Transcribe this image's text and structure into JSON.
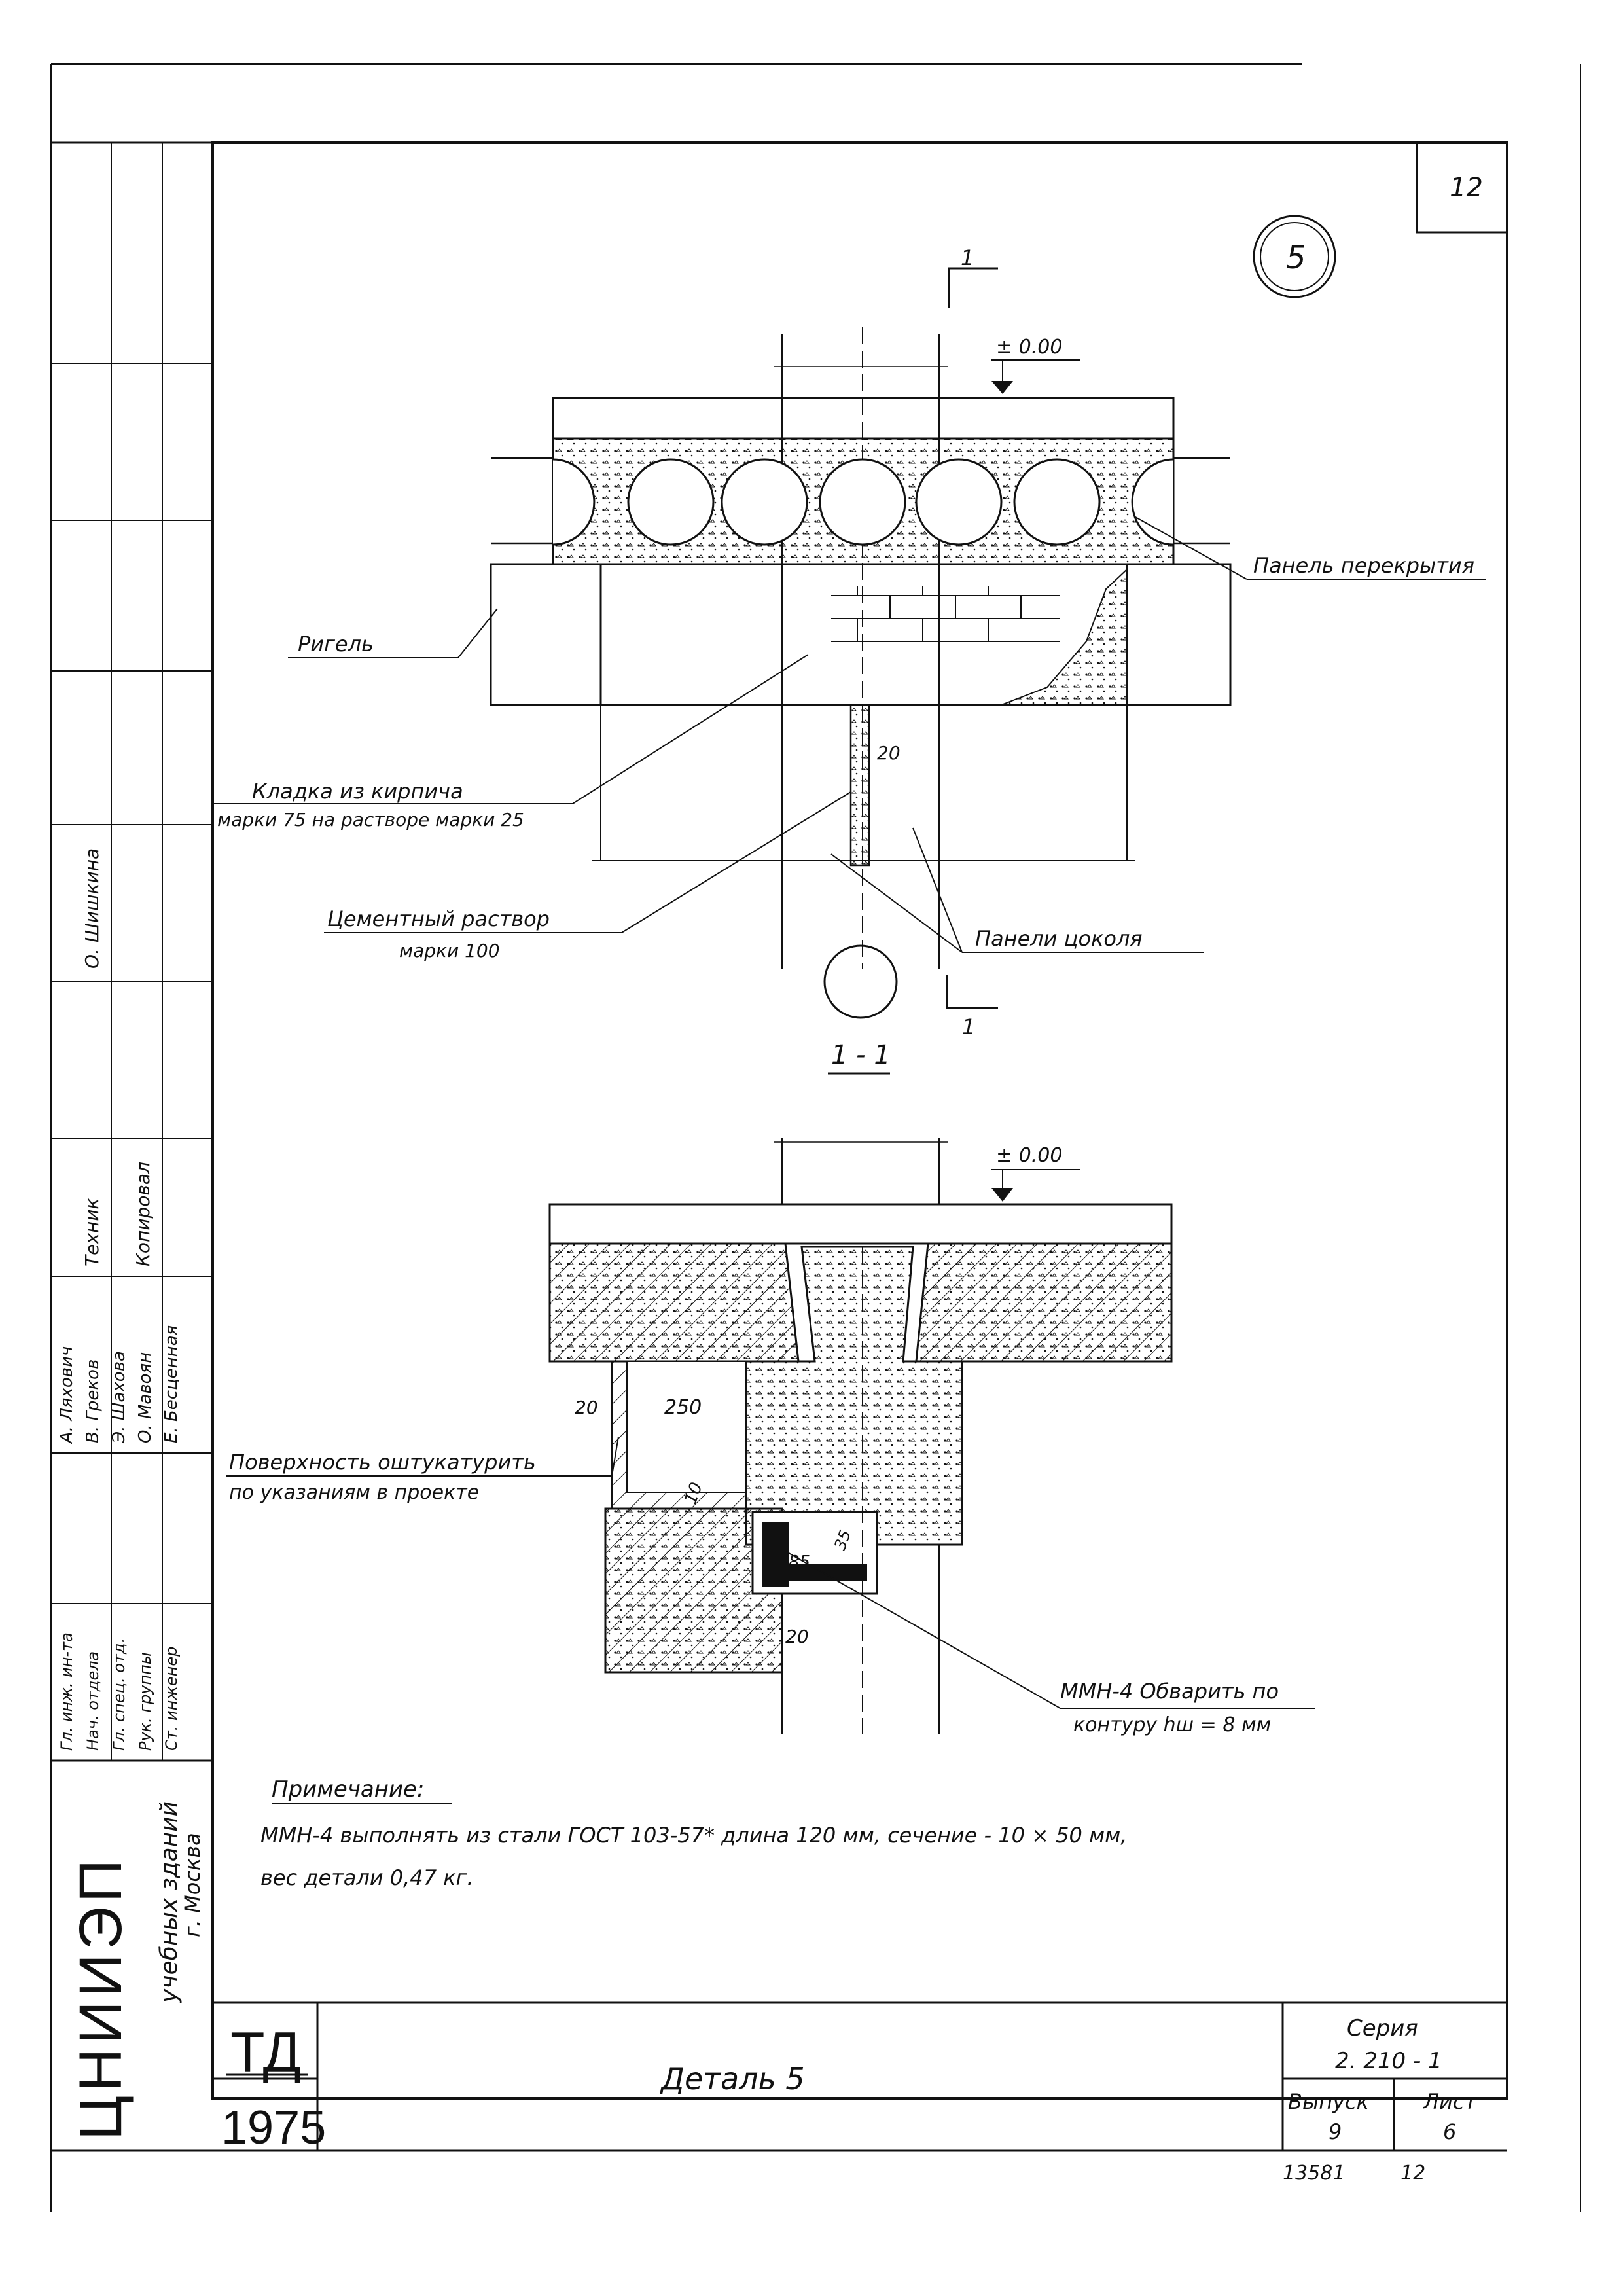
{
  "sheet": {
    "sheet_number_top": "12",
    "detail_marker": "5",
    "title": "Деталь 5",
    "series_label": "Серия",
    "series_value": "2. 210 - 1",
    "issue_label": "Выпуск",
    "issue_value": "9",
    "sheet_label": "Лист",
    "sheet_value": "6",
    "archive_number": "13581",
    "archive_page": "12",
    "stamp_td": "ТД",
    "stamp_year": "1975"
  },
  "organization": {
    "name": "ЦНИИЭП",
    "subtitle": "учебных зданий",
    "city": "г. Москва"
  },
  "signatures": {
    "roles": [
      "Гл. инж. ин-та",
      "Нач. отдела",
      "Гл. спец. отд.",
      "Рук. группы",
      "Ст. инженер"
    ],
    "names": [
      "А. Ляхович",
      "В. Греков",
      "Э. Шахова",
      "О. Мавоян",
      "Е. Бесценная"
    ],
    "tech_role": "Техник",
    "copy_role": "Копировал",
    "copy_name": "О. Шишкина"
  },
  "plan_view": {
    "elevation": "± 0.00",
    "section_mark": "1",
    "dim_20": "20",
    "label_panel": "Панель перекрытия",
    "label_girder": "Ригель",
    "label_masonry_1": "Кладка из кирпича",
    "label_masonry_2": "марки 75 на растворе марки 25",
    "label_mortar_1": "Цементный раствор",
    "label_mortar_2": "марки 100",
    "label_plinth": "Панели цоколя"
  },
  "section_view": {
    "section_title": "1 - 1",
    "elevation": "± 0.00",
    "dim_20a": "20",
    "dim_250": "250",
    "dim_10": "10",
    "dim_85": "85",
    "dim_35": "35",
    "dim_20b": "20",
    "label_plaster_1": "Поверхность оштукатурить",
    "label_plaster_2": "по указаниям в проекте",
    "label_weld_1": "ММН-4 Обварить по",
    "label_weld_2": "контуру  hш = 8 мм"
  },
  "note": {
    "heading": "Примечание:",
    "line1": "ММН-4 выполнять из стали ГОСТ 103-57* длина 120 мм, сечение - 10 × 50 мм,",
    "line2": "вес детали  0,47 кг."
  }
}
